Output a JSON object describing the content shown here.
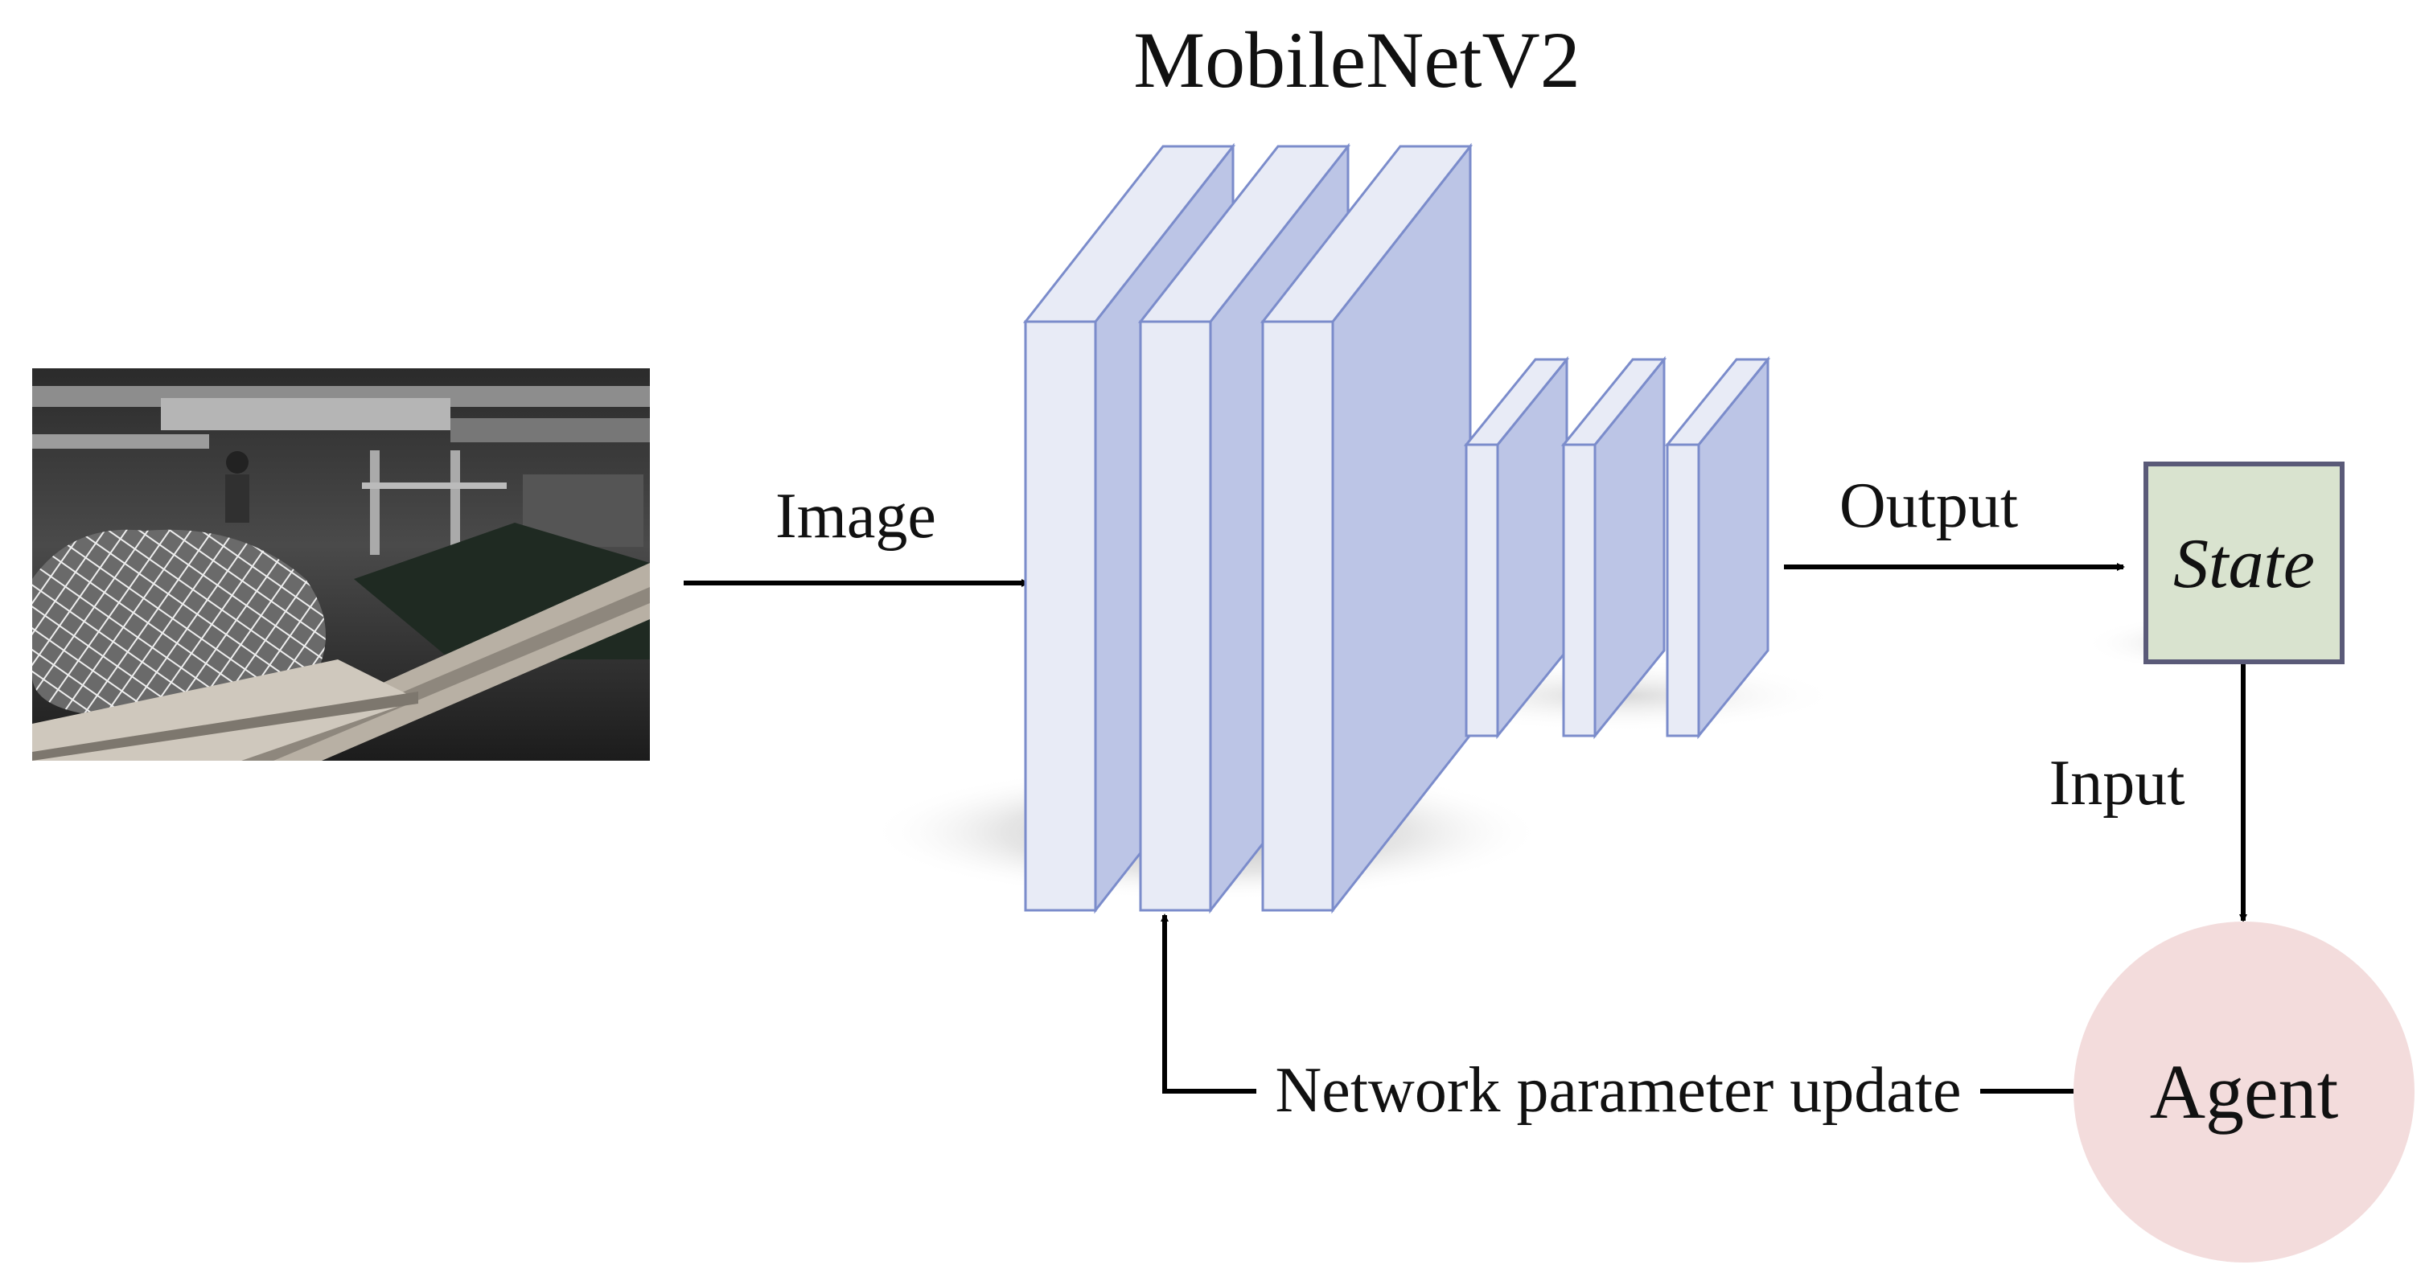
{
  "title": "MobileNetV2",
  "labels": {
    "image": "Image",
    "output": "Output",
    "state": "State",
    "input": "Input",
    "agent": "Agent",
    "feedback": "Network parameter update"
  },
  "photo": {
    "description_icon": "photo-icon"
  },
  "colors": {
    "layer_front": "#e8ebf6",
    "layer_side": "#bcc5e6",
    "layer_stroke": "#7b8ccb",
    "state_fill": "#d9e3cf",
    "state_stroke": "#5a5a78",
    "agent_fill": "#f3dcdc",
    "arrow": "#000000"
  }
}
